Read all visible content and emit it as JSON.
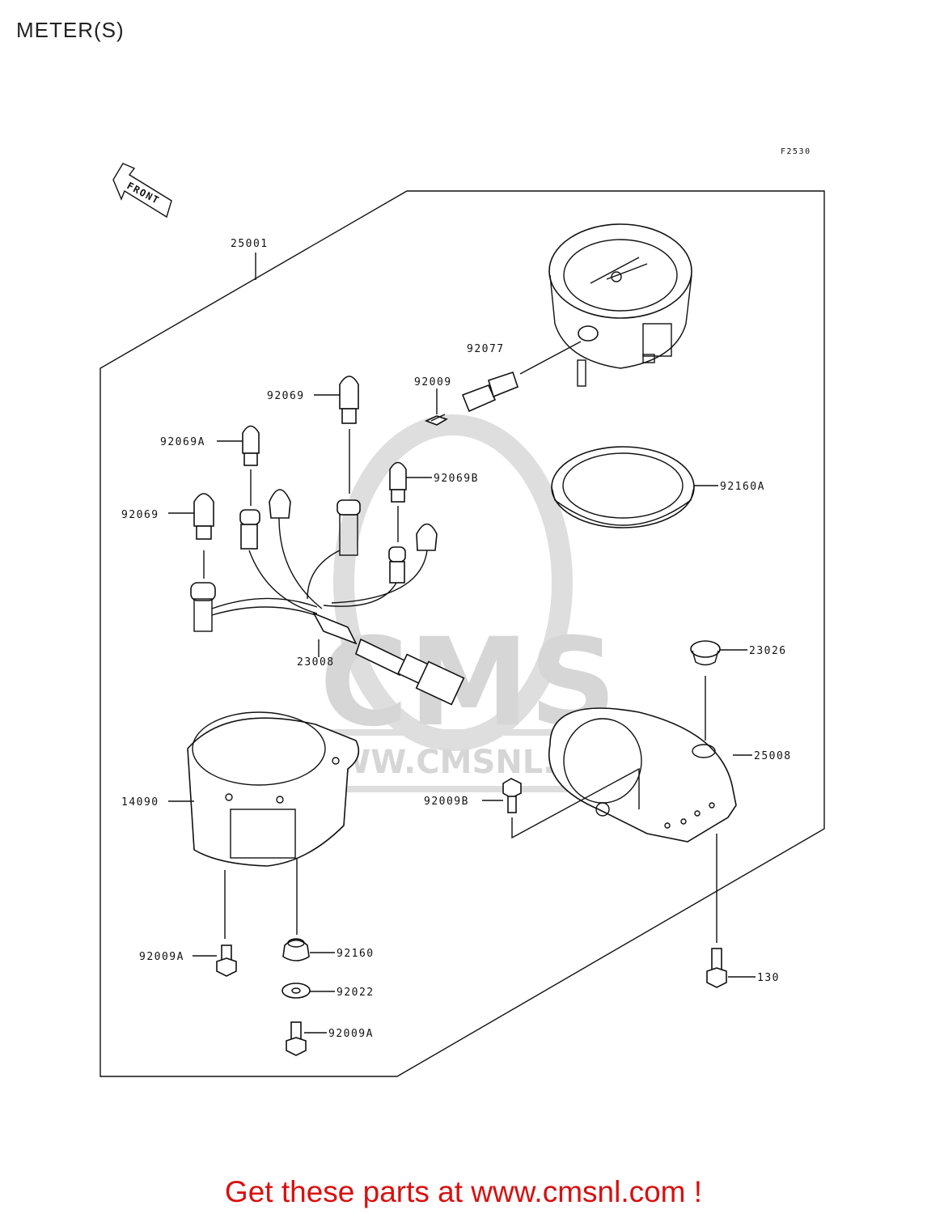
{
  "page": {
    "title": "METER(S)",
    "code": "F2530",
    "front_label": "FRONT",
    "watermark": "CMS",
    "watermark_url": "WWW.CMSNL.COM",
    "cta": "Get these parts at www.cmsnl.com !"
  },
  "parts": [
    {
      "id": "p25001",
      "number": "25001"
    },
    {
      "id": "p92077",
      "number": "92077"
    },
    {
      "id": "p92009",
      "number": "92009"
    },
    {
      "id": "p92069_top",
      "number": "92069"
    },
    {
      "id": "p92069A",
      "number": "92069A"
    },
    {
      "id": "p92069B",
      "number": "92069B"
    },
    {
      "id": "p92069_left",
      "number": "92069"
    },
    {
      "id": "p92160A",
      "number": "92160A"
    },
    {
      "id": "p23008",
      "number": "23008"
    },
    {
      "id": "p23026",
      "number": "23026"
    },
    {
      "id": "p25008",
      "number": "25008"
    },
    {
      "id": "p14090",
      "number": "14090"
    },
    {
      "id": "p92009B",
      "number": "92009B"
    },
    {
      "id": "p92009A_left",
      "number": "92009A"
    },
    {
      "id": "p92160",
      "number": "92160"
    },
    {
      "id": "p92022",
      "number": "92022"
    },
    {
      "id": "p92009A_bottom",
      "number": "92009A"
    },
    {
      "id": "p130",
      "number": "130"
    }
  ]
}
